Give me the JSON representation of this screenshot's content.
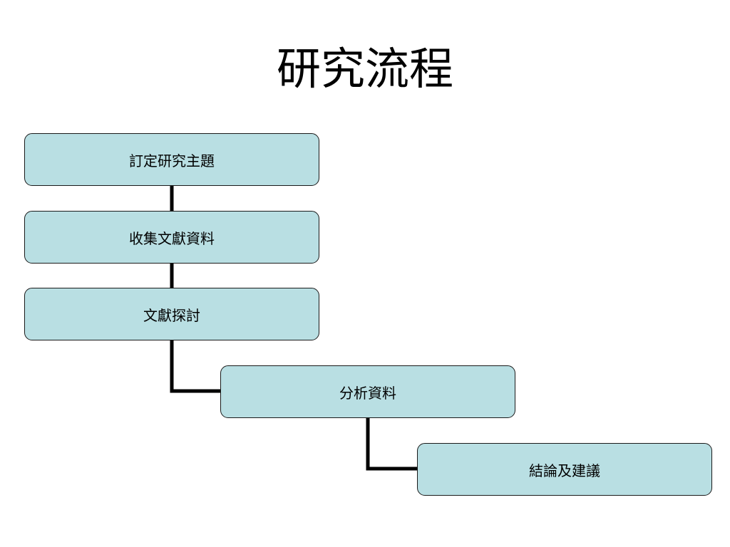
{
  "title": "研究流程",
  "colors": {
    "box_fill": "#b9dfe3",
    "box_border": "#1a1a1a",
    "connector": "#000000"
  },
  "steps": [
    {
      "label": "訂定研究主題"
    },
    {
      "label": "收集文獻資料"
    },
    {
      "label": "文獻探討"
    },
    {
      "label": "分析資料"
    },
    {
      "label": "結論及建議"
    }
  ]
}
